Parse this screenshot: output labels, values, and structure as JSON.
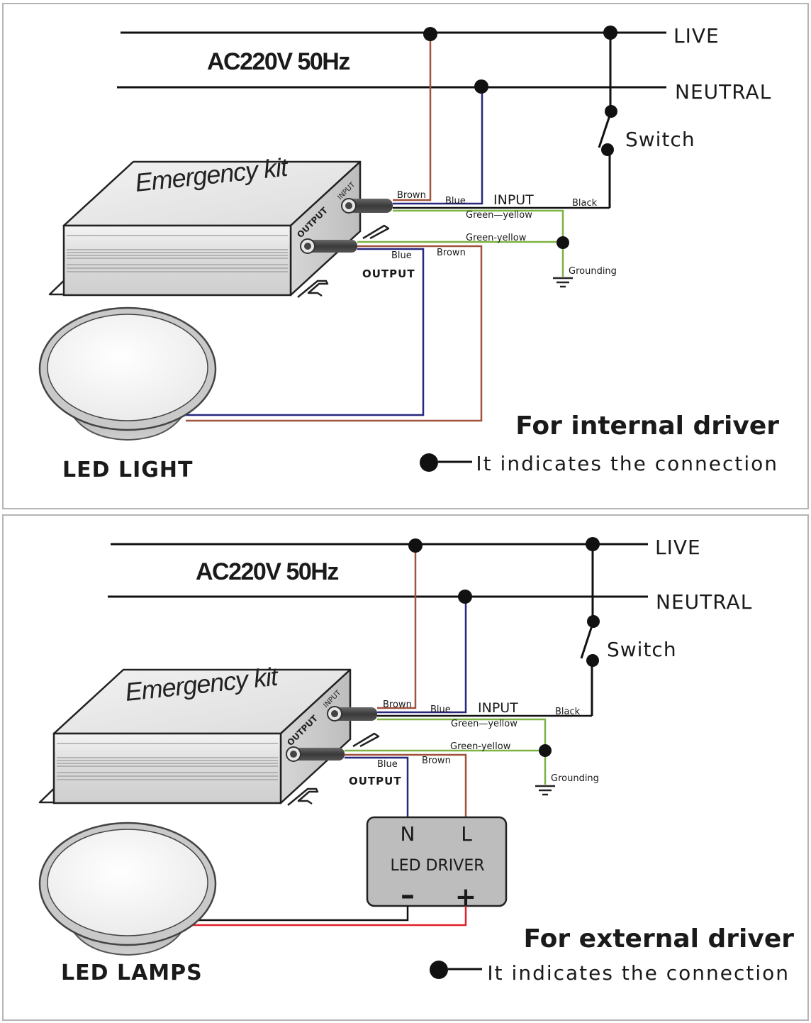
{
  "panels": [
    {
      "supply_label": "AC220V 50Hz",
      "live_label": "LIVE",
      "neutral_label": "NEUTRAL",
      "switch_label": "Switch",
      "kit_label": "Emergency kit",
      "kit_input_port": "INPUT",
      "kit_output_port": "OUTPUT",
      "wire_brown_in": "Brown",
      "wire_blue_in": "Blue",
      "input_label": "INPUT",
      "wire_black": "Black",
      "wire_gy_in": "Green—yellow",
      "wire_gy_out": "Green-yellow",
      "wire_blue_out": "Blue",
      "wire_brown_out": "Brown",
      "output_label": "OUTPUT",
      "grounding_label": "Grounding",
      "fixture_label": "LED LIGHT",
      "caption": "For internal driver",
      "legend_text": "It indicates the connection"
    },
    {
      "supply_label": "AC220V 50Hz",
      "live_label": "LIVE",
      "neutral_label": "NEUTRAL",
      "switch_label": "Switch",
      "kit_label": "Emergency kit",
      "kit_input_port": "INPUT",
      "kit_output_port": "OUTPUT",
      "wire_brown_in": "Brown",
      "wire_blue_in": "Blue",
      "input_label": "INPUT",
      "wire_black": "Black",
      "wire_gy_in": "Green—yellow",
      "wire_gy_out": "Green-yellow",
      "wire_blue_out": "Blue",
      "wire_brown_out": "Brown",
      "output_label": "OUTPUT",
      "grounding_label": "Grounding",
      "driver_n": "N",
      "driver_l": "L",
      "driver_label": "LED DRIVER",
      "driver_minus": "–",
      "driver_plus": "+",
      "fixture_label": "LED LAMPS",
      "caption": "For external driver",
      "legend_text": "It indicates the connection"
    }
  ],
  "colors": {
    "brown": "#a0523d",
    "blue": "#27277f",
    "green_yellow": "#7cb342",
    "black": "#111111",
    "red": "#e0202a"
  }
}
